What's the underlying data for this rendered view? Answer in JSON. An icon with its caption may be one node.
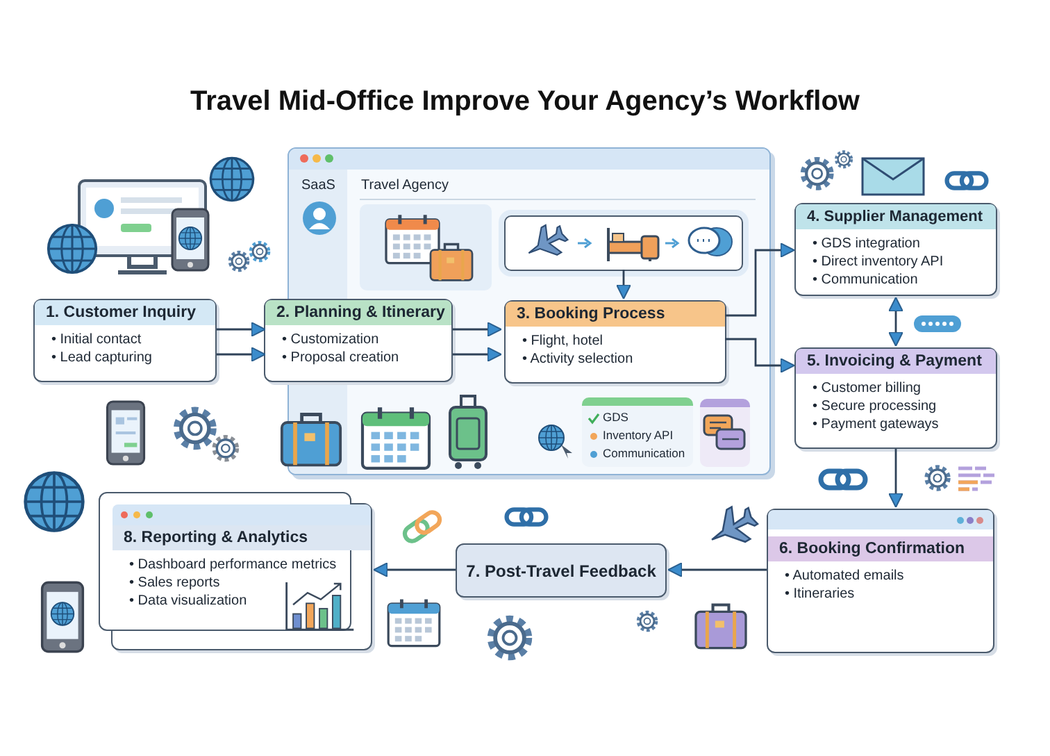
{
  "diagram": {
    "title": "Travel Mid-Office Improve Your Agency’s Workflow",
    "nodes": [
      {
        "text": [
          "SaaS",
          "Travel Agency"
        ]
      },
      {
        "text": [
          "1. Customer Inquiry",
          "• Initial contact",
          "• Lead capturing"
        ]
      },
      {
        "text": [
          "2. Planning & Itinerary",
          "• Customization",
          "• Proposal creation"
        ]
      },
      {
        "text": [],
        "shape": "box",
        "in": 0
      },
      {
        "text": [
          "3. Booking Process",
          "• Flight, hotel",
          "• Activity selection"
        ],
        "in": 0
      },
      {
        "text": [
          "GDS",
          "Inventory API",
          "Communication"
        ],
        "in": 0
      },
      {
        "text": [
          "4. Supplier Management",
          "• GDS integration",
          "• Direct inventory API",
          "• Communication"
        ]
      },
      {
        "text": [
          "5. Invoicing & Payment",
          "• Customer billing",
          "• Secure processing",
          "• Payment gateways"
        ]
      },
      {
        "text": [
          "6. Booking Confirmation",
          "• Automated emails",
          "• Itineraries"
        ]
      },
      {
        "text": [
          "7. Post-Travel Feedback"
        ]
      },
      {
        "text": [
          "8. Reporting & Analytics",
          "• Dashboard performance metrics",
          "• Sales reports",
          "• Data visualization"
        ]
      }
    ],
    "edges": [
      {
        "from": 1,
        "to": 2,
        "arrow": "to"
      },
      {
        "from": 1,
        "to": 2,
        "arrow": "to"
      },
      {
        "from": 2,
        "to": 4,
        "arrow": "to"
      },
      {
        "from": 2,
        "to": 4,
        "arrow": "to"
      },
      {
        "from": 3,
        "to": 4,
        "arrow": "to"
      },
      {
        "from": 4,
        "to": 6,
        "arrow": "to"
      },
      {
        "from": 4,
        "to": 7,
        "arrow": "to"
      },
      {
        "from": 6,
        "to": 7,
        "arrow": "both"
      },
      {
        "from": 7,
        "to": 8,
        "arrow": "to"
      },
      {
        "from": 8,
        "to": 9,
        "arrow": "to"
      },
      {
        "from": 9,
        "to": 10,
        "arrow": "to"
      }
    ]
  }
}
